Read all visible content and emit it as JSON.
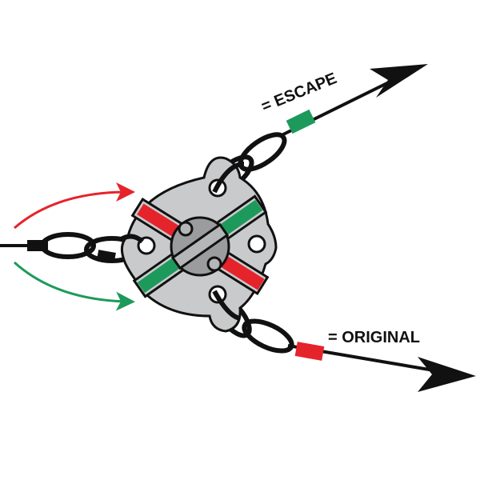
{
  "labels": {
    "escape": "= ESCAPE",
    "original": "= ORIGINAL"
  },
  "colors": {
    "red": "#e5232b",
    "green": "#1d9a5b",
    "plate": "#c9cacc",
    "hub": "#9b9c9e",
    "line": "#111111"
  },
  "icons": [
    "swivel-plate",
    "chain-links",
    "arrow-escape",
    "arrow-original",
    "curved-arrow-red",
    "curved-arrow-green"
  ]
}
